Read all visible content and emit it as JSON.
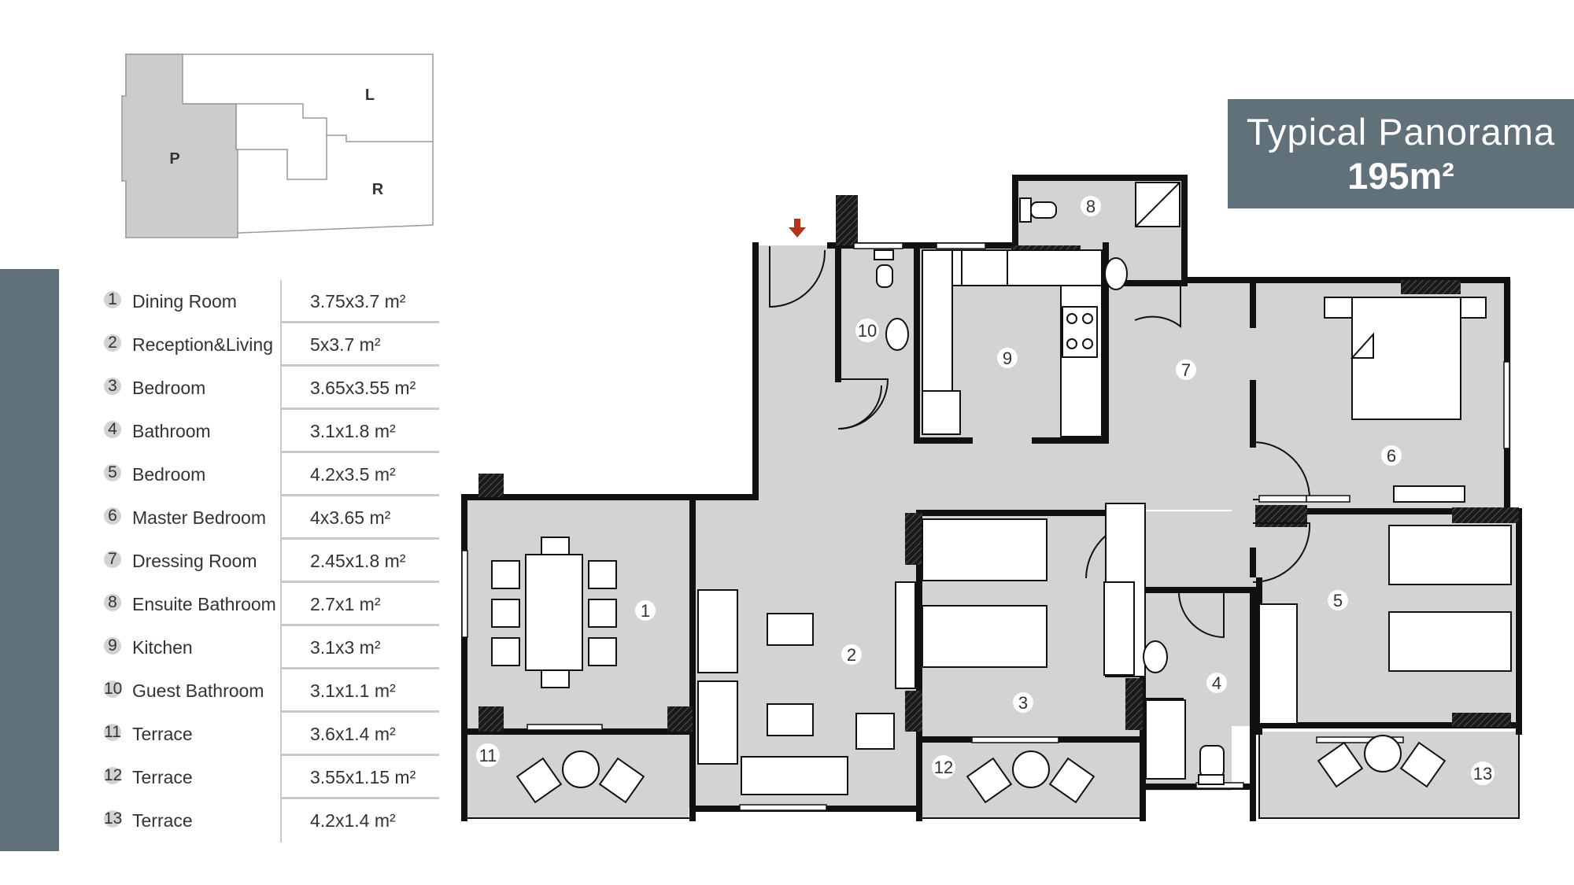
{
  "title": {
    "line1": "Typical Panorama",
    "line2": "195m²"
  },
  "key_plan": {
    "zones": [
      "L",
      "P",
      "R"
    ]
  },
  "rooms": [
    {
      "num": "1",
      "name": "Dining Room",
      "dims": "3.75x3.7 m²"
    },
    {
      "num": "2",
      "name": "Reception&Living",
      "dims": "5x3.7 m²"
    },
    {
      "num": "3",
      "name": "Bedroom",
      "dims": "3.65x3.55 m²"
    },
    {
      "num": "4",
      "name": "Bathroom",
      "dims": "3.1x1.8 m²"
    },
    {
      "num": "5",
      "name": "Bedroom",
      "dims": "4.2x3.5 m²"
    },
    {
      "num": "6",
      "name": "Master Bedroom",
      "dims": "4x3.65 m²"
    },
    {
      "num": "7",
      "name": "Dressing Room",
      "dims": "2.45x1.8 m²"
    },
    {
      "num": "8",
      "name": "Ensuite Bathroom",
      "dims": "2.7x1 m²"
    },
    {
      "num": "9",
      "name": "Kitchen",
      "dims": "3.1x3 m²"
    },
    {
      "num": "10",
      "name": "Guest Bathroom",
      "dims": "3.1x1.1 m²"
    },
    {
      "num": "11",
      "name": "Terrace",
      "dims": "3.6x1.4 m²"
    },
    {
      "num": "12",
      "name": "Terrace",
      "dims": "3.55x1.15 m²"
    },
    {
      "num": "13",
      "name": "Terrace",
      "dims": "4.2x1.4 m²"
    }
  ],
  "plan_labels": [
    "1",
    "2",
    "3",
    "4",
    "5",
    "6",
    "7",
    "8",
    "9",
    "10",
    "11",
    "12",
    "13"
  ],
  "colors": {
    "accent": "#61717a",
    "floor": "#d3d3d3",
    "wall": "#111111",
    "entrance_arrow": "#b5341c"
  }
}
